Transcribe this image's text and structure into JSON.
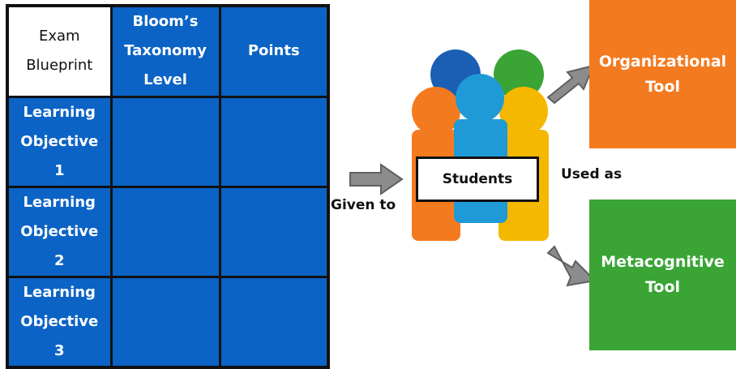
{
  "table": {
    "header": {
      "corner": "Exam\nBlueprint",
      "taxonomy": "Bloom’s\nTaxonomy\nLevel",
      "points": "Points"
    },
    "rows": [
      {
        "label": "Learning\nObjective\n1",
        "taxonomy": "",
        "points": ""
      },
      {
        "label": "Learning\nObjective\n2",
        "taxonomy": "",
        "points": ""
      },
      {
        "label": "Learning\nObjective\n3",
        "taxonomy": "",
        "points": ""
      }
    ]
  },
  "flow": {
    "given_to": "Given to",
    "students": "Students",
    "used_as": "Used as",
    "organizational_tool": "Organizational\nTool",
    "metacognitive_tool": "Metacognitive\nTool"
  },
  "colors": {
    "table_blue": "#0b63c5",
    "organizational": "#f47a20",
    "metacognitive": "#3aa435",
    "arrow": "#8c8c8c",
    "person_orange": "#f47a20",
    "person_navy": "#1a5fb4",
    "person_green": "#3aa435",
    "person_lightblue": "#1f9ad6",
    "person_yellow": "#f5b800"
  }
}
